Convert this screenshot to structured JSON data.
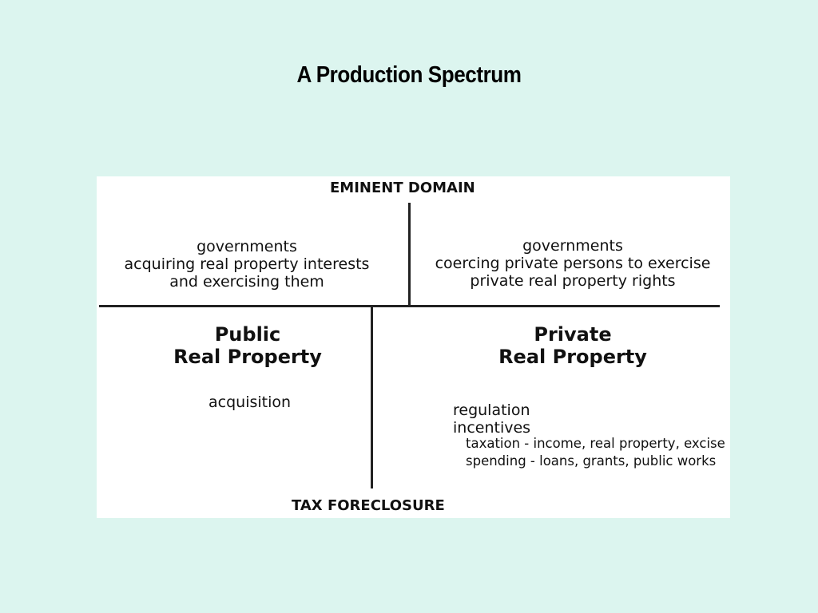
{
  "title": "A Production Spectrum",
  "diagram": {
    "top_label": "EMINENT DOMAIN",
    "bottom_label": "TAX FORECLOSURE",
    "top_left": [
      "governments",
      "acquiring real property interests",
      "and exercising them"
    ],
    "top_right": [
      "governments",
      "coercing private persons to exercise",
      "private real property rights"
    ],
    "public": {
      "heading": [
        "Public",
        "Real Property"
      ],
      "item": "acquisition"
    },
    "private": {
      "heading": [
        "Private",
        "Real Property"
      ],
      "items": [
        "regulation",
        "incentives"
      ],
      "sub_items": [
        "taxation - income, real property, excise",
        "spending - loans, grants, public works"
      ]
    }
  }
}
